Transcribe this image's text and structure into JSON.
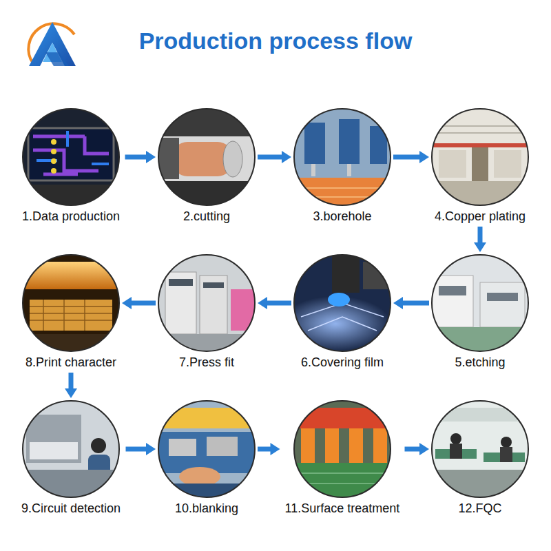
{
  "diagram": {
    "title": "Production process flow",
    "nodes": [
      {
        "text": [
          "1.Data production"
        ]
      },
      {
        "text": [
          "2.cutting"
        ]
      },
      {
        "text": [
          "3.borehole"
        ]
      },
      {
        "text": [
          "4.Copper plating"
        ]
      },
      {
        "text": [
          "5.etching"
        ]
      },
      {
        "text": [
          "6.Covering film"
        ]
      },
      {
        "text": [
          "7.Press fit"
        ]
      },
      {
        "text": [
          "8.Print character"
        ]
      },
      {
        "text": [
          "9.Circuit detection"
        ]
      },
      {
        "text": [
          "10.blanking"
        ]
      },
      {
        "text": [
          "11.Surface treatment"
        ]
      },
      {
        "text": [
          "12.FQC"
        ]
      }
    ],
    "edges": [
      {
        "from": 0,
        "to": 1,
        "arrow": "to"
      },
      {
        "from": 1,
        "to": 2,
        "arrow": "to"
      },
      {
        "from": 2,
        "to": 3,
        "arrow": "to"
      },
      {
        "from": 3,
        "to": 4,
        "arrow": "to"
      },
      {
        "from": 4,
        "to": 5,
        "arrow": "to"
      },
      {
        "from": 5,
        "to": 6,
        "arrow": "to"
      },
      {
        "from": 6,
        "to": 7,
        "arrow": "to"
      },
      {
        "from": 7,
        "to": 8,
        "arrow": "to"
      },
      {
        "from": 8,
        "to": 9,
        "arrow": "to"
      },
      {
        "from": 9,
        "to": 10,
        "arrow": "to"
      },
      {
        "from": 10,
        "to": 11,
        "arrow": "to"
      }
    ]
  }
}
